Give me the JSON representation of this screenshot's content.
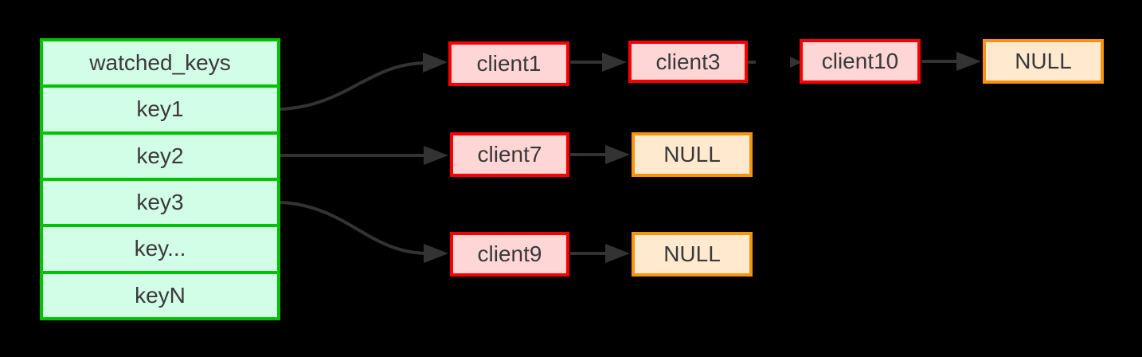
{
  "diagram": {
    "colors": {
      "background": "#000000",
      "key_table_border": "#00c300",
      "key_table_fill": "#d2fde6",
      "client_box_border": "#f70000",
      "client_box_fill": "#ffd6d6",
      "null_box_border": "#f7930e",
      "null_box_fill": "#ffeacf",
      "arrow": "#333333",
      "text": "#3a3a3a"
    },
    "table": {
      "rows": [
        "watched_keys",
        "key1",
        "key2",
        "key3",
        "key...",
        "keyN"
      ]
    },
    "boxes": [
      {
        "id": "client1",
        "label": "client1",
        "kind": "client"
      },
      {
        "id": "client3",
        "label": "client3",
        "kind": "client"
      },
      {
        "id": "client10",
        "label": "client10",
        "kind": "client"
      },
      {
        "id": "null-1",
        "label": "NULL",
        "kind": "null"
      },
      {
        "id": "client7",
        "label": "client7",
        "kind": "client"
      },
      {
        "id": "null-2",
        "label": "NULL",
        "kind": "null"
      },
      {
        "id": "client9",
        "label": "client9",
        "kind": "client"
      },
      {
        "id": "null-3",
        "label": "NULL",
        "kind": "null"
      }
    ],
    "edges": [
      {
        "from": "key1",
        "to": "client1",
        "style": "curved"
      },
      {
        "from": "client1",
        "to": "client3",
        "style": "straight"
      },
      {
        "from": "client3",
        "to": "client10",
        "style": "faint-stubs"
      },
      {
        "from": "client10",
        "to": "NULL",
        "style": "straight"
      },
      {
        "from": "key2",
        "to": "client7",
        "style": "straight"
      },
      {
        "from": "client7",
        "to": "NULL",
        "style": "straight"
      },
      {
        "from": "key3",
        "to": "client9",
        "style": "curved"
      },
      {
        "from": "client9",
        "to": "NULL",
        "style": "straight"
      }
    ]
  }
}
